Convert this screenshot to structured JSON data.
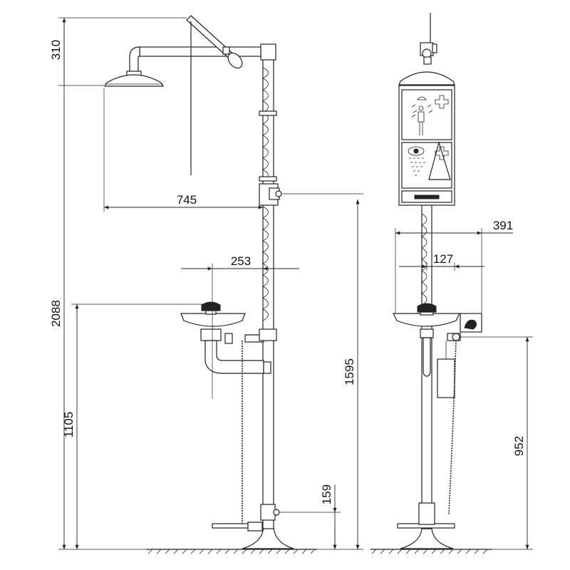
{
  "dimensions": {
    "showerhead_offset": "310",
    "overall_height": "2088",
    "showerhead_reach": "745",
    "eyewash_reach": "253",
    "eyewash_height": "1105",
    "inlet_height": "1595",
    "lower_inlet_height": "159",
    "side_reach": "391",
    "side_bowl_offset": "127",
    "side_valve_height": "952"
  }
}
